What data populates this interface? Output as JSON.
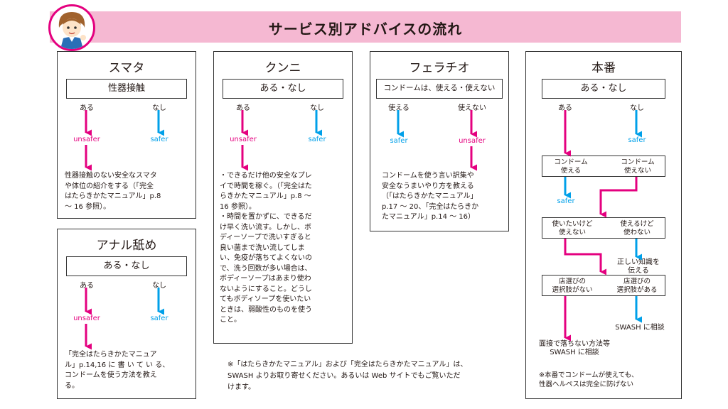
{
  "title": "サービス別アドバイスの流れ",
  "colors": {
    "banner": "#f5b8d2",
    "unsafer": "#e4007f",
    "safer": "#00a0e9"
  },
  "sumata": {
    "title": "スマタ",
    "box": "性器接触",
    "yes": "ある",
    "no": "なし",
    "unsafer": "unsafer",
    "safer": "safer",
    "advice": [
      "性器接触のない安全なスマタ",
      "や体位の紹介をする（「完全",
      "はたらきかたマニュアル」p.8",
      "～ 16 参照）。"
    ]
  },
  "anal": {
    "title": "アナル舐め",
    "box": "ある・なし",
    "yes": "ある",
    "no": "なし",
    "unsafer": "unsafer",
    "safer": "safer",
    "advice": [
      "「完全はたらきかたマニュア",
      "ル」p.14,16 に 書 い て い る、",
      "コンドームを使う方法を教え",
      "る。"
    ]
  },
  "kunni": {
    "title": "クンニ",
    "box": "ある・なし",
    "yes": "ある",
    "no": "なし",
    "unsafer": "unsafer",
    "safer": "safer",
    "advice": [
      "・できるだけ他の安全なプレ",
      "イで時間を稼ぐ。（「完全はた",
      "らきかたマニュアル」p.8 ～",
      "16 参照）。",
      "・時間を置かずに、できるだ",
      "け早く洗い流す。しかし、ボ",
      "ディーソープで洗いすぎると",
      "良い菌まで洗い流してしま",
      "い、免疫が落ちてよくないの",
      "で、洗う回数が多い場合は、",
      "ボディーソープはあまり使わ",
      "ないようにすること。どうし",
      "てもボディソープを使いたい",
      "ときは、弱酸性のものを使う",
      "こと。"
    ]
  },
  "fera": {
    "title": "フェラチオ",
    "box": "コンドームは、使える・使えない",
    "yes": "使える",
    "no": "使えない",
    "safer": "safer",
    "unsafer": "unsafer",
    "advice": [
      "コンドームを使う言い訳集や",
      "安全なうまいやり方を教える",
      "（「はたらきかたマニュアル」",
      "p.17 ～ 20、「完全はたらきか",
      "たマニュアル」p.14 ～ 16）"
    ]
  },
  "honban": {
    "title": "本番",
    "box": "ある・なし",
    "yes": "ある",
    "no": "なし",
    "safer1": "safer",
    "b2_left": [
      "コンドーム",
      "使える"
    ],
    "b2_right": [
      "コンドーム",
      "使えない"
    ],
    "safer2": "safer",
    "b3_left": [
      "使いたいけど",
      "使えない"
    ],
    "b3_right": [
      "使えるけど",
      "使わない"
    ],
    "knowledge": [
      "正しい知識を",
      "伝える"
    ],
    "b4_left": [
      "店選びの",
      "選択肢がない"
    ],
    "b4_right": [
      "店選びの",
      "選択肢がある"
    ],
    "consult": "SWASH に相談",
    "method": [
      "面接で落ちない方法等",
      "SWASH に相談"
    ],
    "note": [
      "※本番でコンドームが使えても、",
      "性器ヘルペスは完全に防げない"
    ]
  },
  "footnote": [
    "※「はたらきかたマニュアル」および「完全はたらきかたマニュアル」は、",
    "SWASH よりお取り寄せください。あるいは Web サイトでもご覧いただ",
    "けます。"
  ]
}
